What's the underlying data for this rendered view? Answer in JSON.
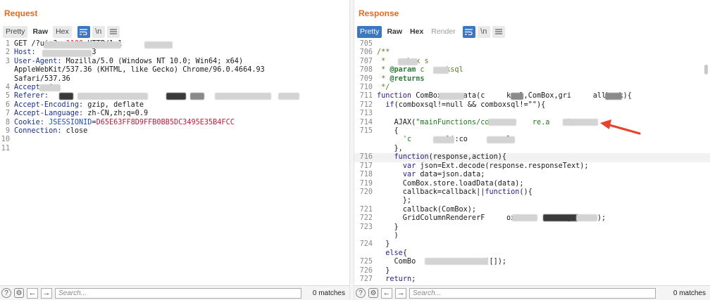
{
  "request": {
    "title": "Request",
    "tabs": [
      "Pretty",
      "Raw",
      "Hex"
    ],
    "active_tab": "Raw",
    "wrap_icon": "wrap-icon",
    "newline_label": "\\n",
    "menu_icon": "menu-icon",
    "lines": [
      {
        "n": "1",
        "parts": [
          [
            "GET /",
            ""
          ],
          [
            "?u",
            ""
          ],
          [
            "is?v=",
            ""
          ],
          [
            "1100",
            "num"
          ],
          [
            " HTTP/1.1",
            ""
          ]
        ]
      },
      {
        "n": "2",
        "parts": [
          [
            "Host:",
            "hdr"
          ],
          [
            "             3",
            ""
          ]
        ]
      },
      {
        "n": "3",
        "parts": [
          [
            "User-Agent:",
            "hdr"
          ],
          [
            " Mozilla/5.0 (Windows NT 10.0; Win64; x64)",
            ""
          ]
        ]
      },
      {
        "n": "",
        "parts": [
          [
            "AppleWebKit/537.36 (KHTML, like Gecko) Chrome/96.0.4664.93",
            ""
          ]
        ]
      },
      {
        "n": "",
        "parts": [
          [
            "Safari/537.36",
            ""
          ]
        ]
      },
      {
        "n": "4",
        "parts": [
          [
            "Accept:",
            "hdr"
          ],
          [
            " *",
            ""
          ]
        ]
      },
      {
        "n": "5",
        "parts": [
          [
            "Referer:",
            "hdr"
          ],
          [
            "",
            ""
          ]
        ]
      },
      {
        "n": "6",
        "parts": [
          [
            "Accept-Encoding:",
            "hdr"
          ],
          [
            " gzip, deflate",
            ""
          ]
        ]
      },
      {
        "n": "7",
        "parts": [
          [
            "Accept-Language:",
            "hdr"
          ],
          [
            " zh-CN,zh;q=0.9",
            ""
          ]
        ]
      },
      {
        "n": "8",
        "parts": [
          [
            "Cookie:",
            "hdr"
          ],
          [
            " ",
            ""
          ],
          [
            "JSESSIONID",
            "val-blue"
          ],
          [
            "=",
            ""
          ],
          [
            "D65E63FF8D9FFB0BB5DC3495E35B4FCC",
            "val-red"
          ]
        ]
      },
      {
        "n": "9",
        "parts": [
          [
            "Connection:",
            "hdr"
          ],
          [
            " close",
            ""
          ]
        ]
      },
      {
        "n": "10",
        "parts": []
      },
      {
        "n": "11",
        "parts": []
      }
    ],
    "search_placeholder": "Search...",
    "matches": "0 matches"
  },
  "response": {
    "title": "Response",
    "tabs": [
      "Pretty",
      "Raw",
      "Hex",
      "Render"
    ],
    "active_tab": "Pretty",
    "newline_label": "\\n",
    "lines": [
      {
        "n": "705",
        "parts": []
      },
      {
        "n": "706",
        "parts": [
          [
            "/**",
            "cm"
          ]
        ]
      },
      {
        "n": "707",
        "parts": [
          [
            " *     ",
            "cm"
          ],
          [
            "box s",
            "cm"
          ]
        ]
      },
      {
        "n": "708",
        "parts": [
          [
            " * ",
            "cm"
          ],
          [
            "@param",
            "cmk"
          ],
          [
            " c",
            "cm"
          ],
          [
            "     ksql",
            "cm"
          ]
        ]
      },
      {
        "n": "709",
        "parts": [
          [
            " * ",
            "cm"
          ],
          [
            "@returns",
            "cmk"
          ]
        ]
      },
      {
        "n": "710",
        "parts": [
          [
            " */",
            "cm"
          ]
        ]
      },
      {
        "n": "711",
        "parts": [
          [
            "function",
            "kw"
          ],
          [
            " ComBox",
            ""
          ],
          [
            "     ata(c",
            ""
          ],
          [
            "     ksql,ComBox,gri",
            ""
          ],
          [
            "     allback){",
            ""
          ]
        ]
      },
      {
        "n": "712",
        "parts": [
          [
            "  ",
            ""
          ],
          [
            "if",
            "kw"
          ],
          [
            "(comboxsql!=null && comboxsql!=\"\"){",
            ""
          ]
        ]
      },
      {
        "n": "713",
        "parts": []
      },
      {
        "n": "714",
        "parts": [
          [
            "    AJAX(",
            ""
          ],
          [
            "\"mainFunctions/co",
            "str"
          ],
          [
            "          re.a",
            "str"
          ],
          [
            "   n\"",
            "str"
          ],
          [
            ",",
            ""
          ]
        ]
      },
      {
        "n": "715",
        "parts": [
          [
            "    {",
            ""
          ]
        ]
      },
      {
        "n": "",
        "parts": [
          [
            "      ",
            ""
          ],
          [
            "'c",
            "str"
          ],
          [
            "      sql'",
            "str"
          ],
          [
            ":co",
            ""
          ],
          [
            "        ql",
            ""
          ]
        ]
      },
      {
        "n": "",
        "parts": [
          [
            "    },",
            ""
          ]
        ]
      },
      {
        "n": "716",
        "parts": [
          [
            "    ",
            ""
          ],
          [
            "function",
            "kw"
          ],
          [
            "(response,action){",
            ""
          ]
        ],
        "hl": true
      },
      {
        "n": "717",
        "parts": [
          [
            "      ",
            ""
          ],
          [
            "var",
            "kw"
          ],
          [
            " json=Ext.decode(response.responseText);",
            ""
          ]
        ]
      },
      {
        "n": "718",
        "parts": [
          [
            "      ",
            ""
          ],
          [
            "var",
            "kw"
          ],
          [
            " data=json.data;",
            ""
          ]
        ]
      },
      {
        "n": "719",
        "parts": [
          [
            "      ComBox.store.loadData(data);",
            ""
          ]
        ]
      },
      {
        "n": "720",
        "parts": [
          [
            "      callback=callback||",
            ""
          ],
          [
            "function",
            "kw"
          ],
          [
            "(){",
            ""
          ]
        ]
      },
      {
        "n": "",
        "parts": [
          [
            "      };",
            ""
          ]
        ]
      },
      {
        "n": "721",
        "parts": [
          [
            "      callback(ComBox);",
            ""
          ]
        ]
      },
      {
        "n": "722",
        "parts": [
          [
            "      GridColumnRendererF",
            ""
          ],
          [
            "     ox(",
            ""
          ],
          [
            "         e,grid,cm);",
            ""
          ]
        ]
      },
      {
        "n": "723",
        "parts": [
          [
            "    }",
            ""
          ]
        ]
      },
      {
        "n": "",
        "parts": [
          [
            "    )",
            ""
          ]
        ]
      },
      {
        "n": "724",
        "parts": [
          [
            "  }",
            ""
          ]
        ]
      },
      {
        "n": "",
        "parts": [
          [
            "  ",
            ""
          ],
          [
            "else",
            "kw"
          ],
          [
            "{",
            ""
          ]
        ]
      },
      {
        "n": "725",
        "parts": [
          [
            "    ComBo",
            ""
          ],
          [
            "             ata([]);",
            ""
          ]
        ]
      },
      {
        "n": "726",
        "parts": [
          [
            "  }",
            ""
          ]
        ]
      },
      {
        "n": "727",
        "parts": [
          [
            "  ",
            ""
          ],
          [
            "return",
            "kw"
          ],
          [
            ";",
            ""
          ]
        ]
      }
    ],
    "search_placeholder": "Search...",
    "matches": "0 matches"
  },
  "colors": {
    "accent_title": "#e46a1f",
    "button_active": "#3b78c2",
    "annotation_arrow": "#e8412c"
  }
}
